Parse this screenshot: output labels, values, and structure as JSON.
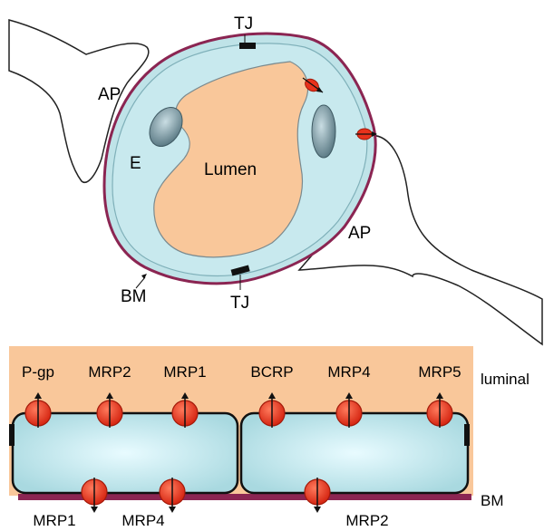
{
  "colors": {
    "lumen": "#f9c79a",
    "epithelium": "#bfe3e8",
    "epithelium_dark": "#8fc3cc",
    "basement_membrane": "#8b2552",
    "transporter": "#e8321c",
    "tight_junction": "#111111",
    "nucleus": "#6f8e98"
  },
  "top": {
    "lumen_label": "Lumen",
    "ap_left": "AP",
    "ap_right": "AP",
    "tj_top": "TJ",
    "tj_bottom": "TJ",
    "e_label": "E",
    "bm_label": "BM"
  },
  "bottom": {
    "luminal_label": "luminal",
    "bm_label": "BM",
    "luminal_transporters": [
      "P-gp",
      "MRP2",
      "MRP1",
      "BCRP",
      "MRP4",
      "MRP5"
    ],
    "basal_transporters": [
      "MRP1",
      "MRP4",
      "MRP2"
    ]
  }
}
